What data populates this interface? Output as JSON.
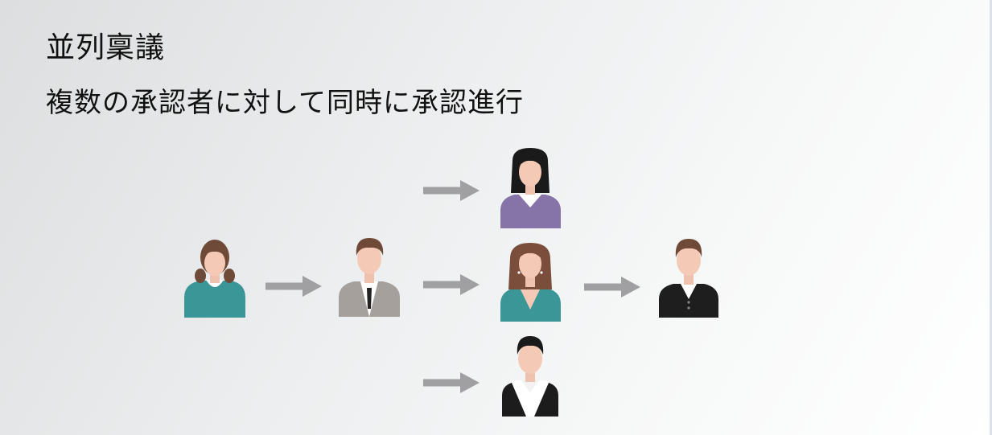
{
  "header": {
    "title": "並列稟議",
    "subtitle": "複数の承認者に対して同時に承認進行"
  },
  "flow": {
    "nodes": [
      {
        "name": "applicant",
        "icon": "woman-teal-sweater-icon"
      },
      {
        "name": "first-approver",
        "icon": "man-grey-suit-icon"
      },
      {
        "name": "parallel-approver-top",
        "icon": "woman-purple-top-icon"
      },
      {
        "name": "parallel-approver-middle",
        "icon": "woman-teal-top-icon"
      },
      {
        "name": "parallel-approver-bottom",
        "icon": "man-black-vest-icon"
      },
      {
        "name": "final-approver",
        "icon": "man-black-suit-icon"
      }
    ],
    "arrow_color": "#a0a0a2"
  }
}
